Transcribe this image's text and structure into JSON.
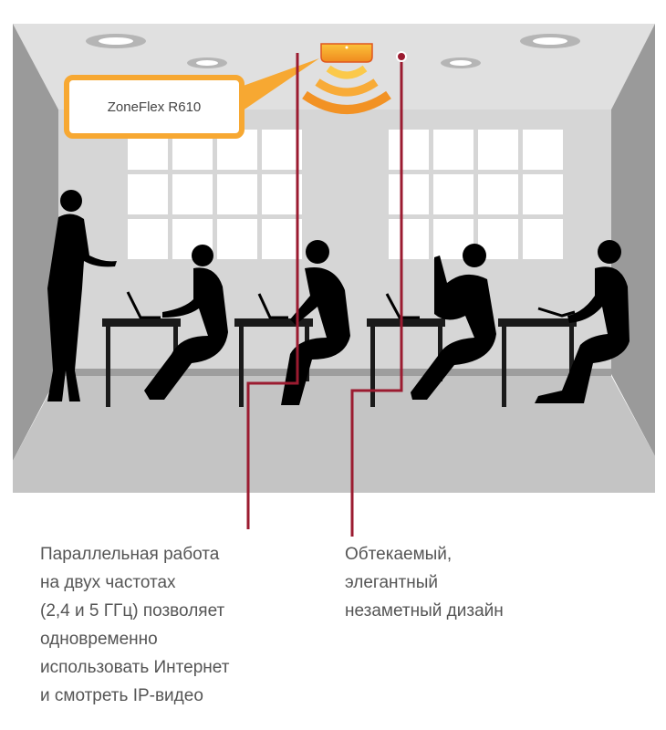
{
  "device_label": "ZoneFlex R610",
  "captions": {
    "left": [
      "Параллельная работа",
      "на двух частотах",
      "(2,4 и 5 ГГц) позволяет",
      "одновременно",
      "использовать Интернет",
      "и смотреть IP-видео"
    ],
    "right": [
      "Обтекаемый,",
      "элегантный",
      "незаметный дизайн"
    ]
  },
  "colors": {
    "accent": "#f7a832",
    "leader_line": "#9b1b30",
    "ceiling": "#e0e0e0",
    "wall": "#d6d6d6",
    "floor": "#c4c4c4",
    "side_wall": "#9a9a9a"
  }
}
